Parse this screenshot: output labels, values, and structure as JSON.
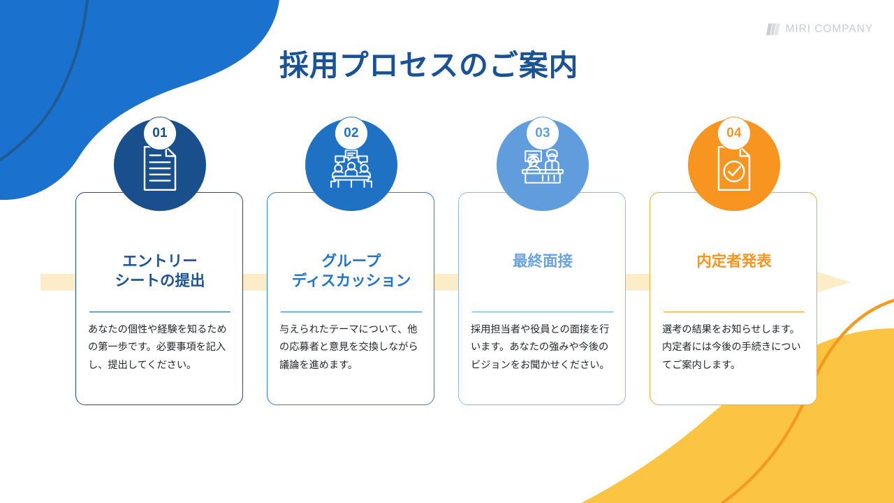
{
  "brand": {
    "name": "MIRI COMPANY",
    "mark_icon": "striped-hexagon-logo-icon",
    "color": "#c9cdd3"
  },
  "header": {
    "title": "採用プロセスのご案内",
    "title_color": "#1a5294"
  },
  "decor": {
    "blue_blob_color": "#1b72ce",
    "blue_line_color": "#1f5c96",
    "yellow_blob_color": "#fbc543",
    "orange_line_color": "#f59a21"
  },
  "connector": {
    "bar_color": "#fdecc8",
    "arrow_icon": "right-arrow-icon",
    "arrow_color": "#fdecc8"
  },
  "steps": [
    {
      "number": "01",
      "title": "エントリー\nシートの提出",
      "body": "あなたの個性や経験を知るための第一歩です。必要事項を記入し、提出してください。",
      "icon": "document-lines-icon",
      "circle_color": "#1a4f8d",
      "accent_color": "#1a5294",
      "border_color": "#1a4f8d",
      "number_color": "#1a4f8d"
    },
    {
      "number": "02",
      "title": "グループ\nディスカッション",
      "body": "与えられたテーマについて、他の応募者と意見を交換しながら議論を進めます。",
      "icon": "group-discussion-icon",
      "circle_color": "#1f71c4",
      "accent_color": "#2074c9",
      "border_color": "#2f7ec9",
      "number_color": "#1f71c4"
    },
    {
      "number": "03",
      "title": "最終面接",
      "body": "採用担当者や役員との面接を行います。あなたの強みや今後のビジョンをお聞かせください。",
      "icon": "interview-desk-icon",
      "circle_color": "#619cdd",
      "accent_color": "#6ba3e0",
      "border_color": "#8fbbe8",
      "number_color": "#619cdd"
    },
    {
      "number": "04",
      "title": "内定者発表",
      "body": "選考の結果をお知らせします。内定者には今後の手続きについてご案内します。",
      "icon": "document-check-icon",
      "circle_color": "#f79520",
      "accent_color": "#f79520",
      "border_color": "#f4a93c",
      "number_color": "#f79520"
    }
  ]
}
